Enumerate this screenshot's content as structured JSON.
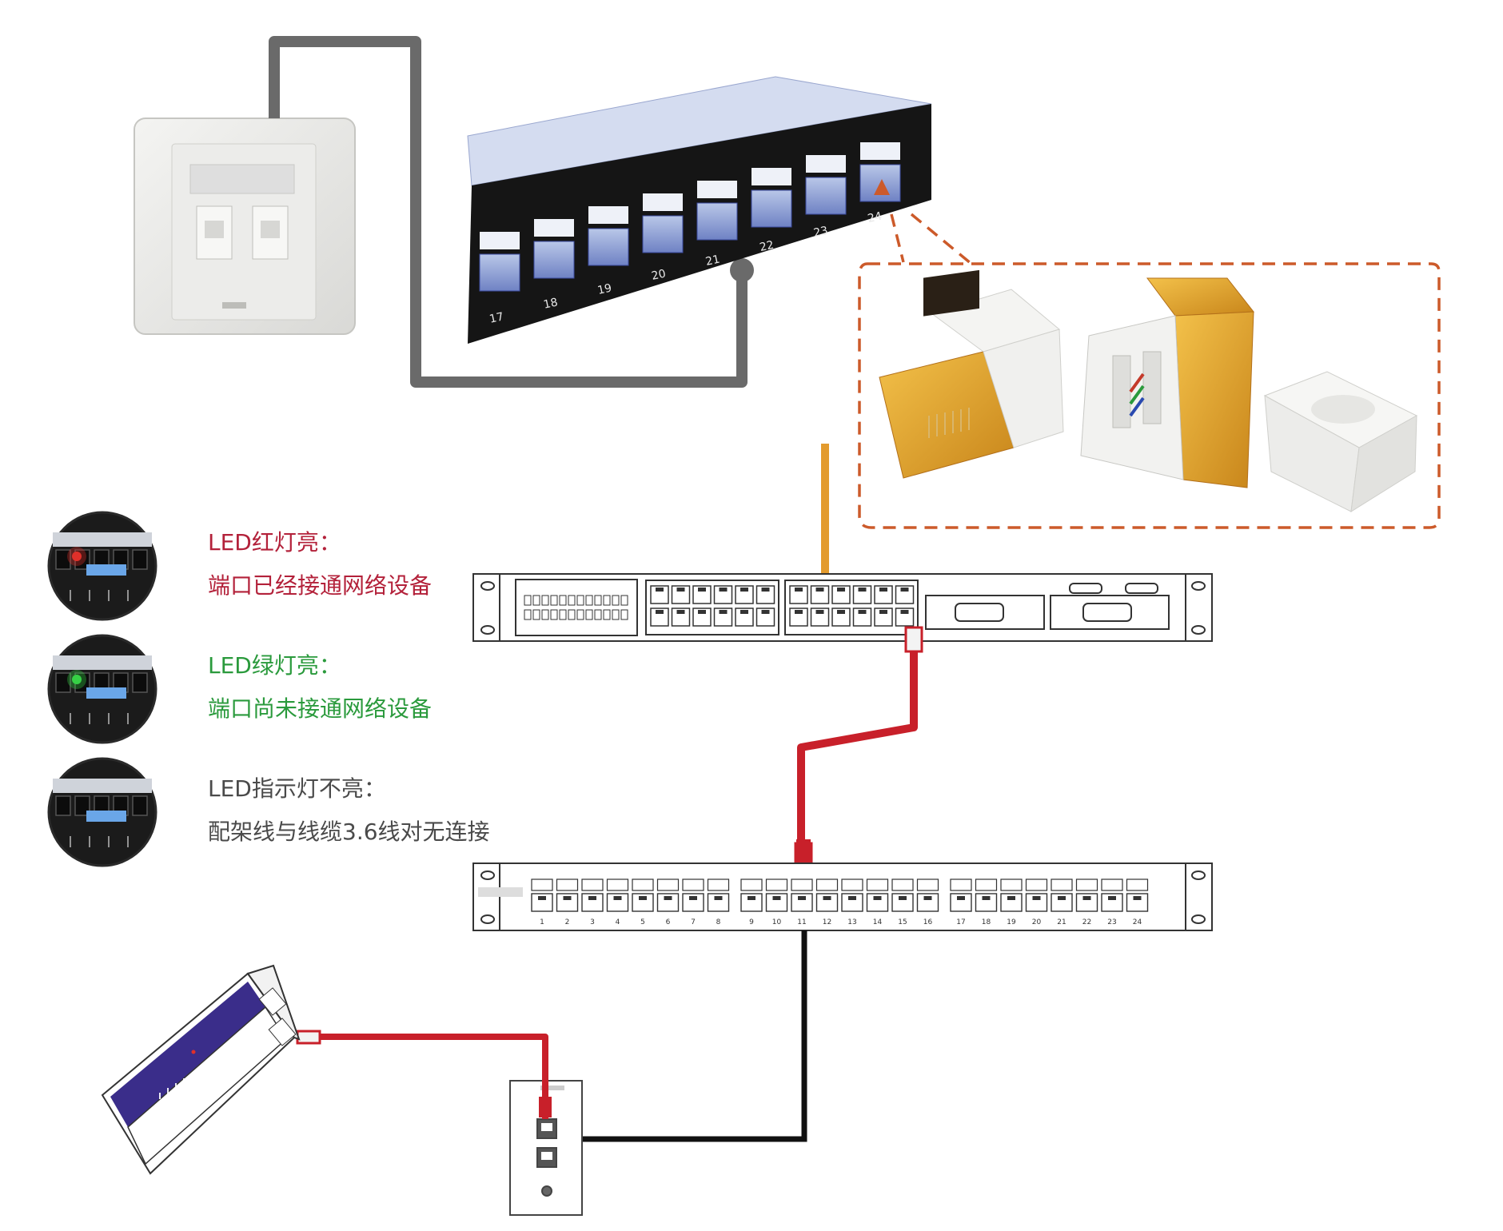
{
  "patch_panel_photo": {
    "port_numbers": [
      "17",
      "18",
      "19",
      "20",
      "21",
      "22",
      "23",
      "24"
    ]
  },
  "legend": [
    {
      "title": "LED红灯亮：",
      "desc": "端口已经接通网络设备",
      "color": "#b3213a",
      "led_color": "#e0302a"
    },
    {
      "title": "LED绿灯亮：",
      "desc": "端口尚未接通网络设备",
      "color": "#2a9a3c",
      "led_color": "#36d046"
    },
    {
      "title": "LED指示灯不亮：",
      "desc": "配架线与线缆3.6线对无连接",
      "color": "#4a4a4a",
      "led_color": ""
    }
  ],
  "patch_panel_drawing": {
    "port_numbers": [
      "1",
      "2",
      "3",
      "4",
      "5",
      "6",
      "7",
      "8",
      "9",
      "10",
      "11",
      "12",
      "13",
      "14",
      "15",
      "16",
      "17",
      "18",
      "19",
      "20",
      "21",
      "22",
      "23",
      "24"
    ]
  },
  "colors": {
    "callout_dashed": "#cc5a2a",
    "patch_cord_red": "#c8202a",
    "cable_gray": "#6a6a6a",
    "cable_black": "#111111",
    "uplink_orange": "#e39b2e",
    "tester_blue": "#3a2d8a"
  }
}
